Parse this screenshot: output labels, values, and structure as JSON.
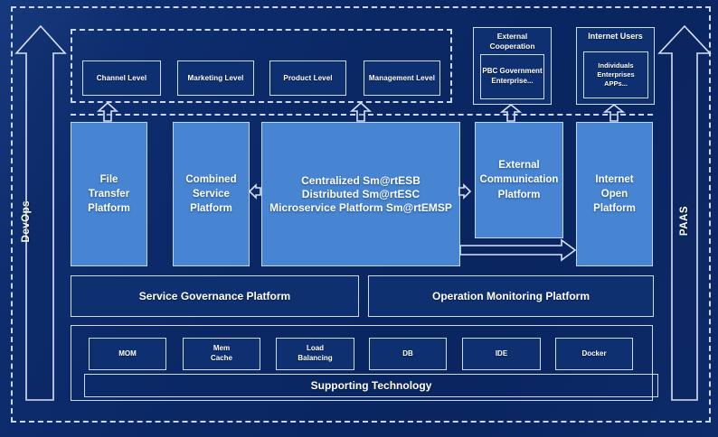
{
  "diagram": {
    "side_rails": {
      "left": "DevOps",
      "right": "PAAS"
    },
    "top_zone": {
      "levels": [
        "Channel Level",
        "Marketing Level",
        "Product Level",
        "Management Level"
      ],
      "external_cooperation": {
        "title": "External\nCooperation",
        "members": "PBC Government\nEnterprise..."
      },
      "internet_users": {
        "title": "Internet Users",
        "members": "Individuals\nEnterprises\nAPPs..."
      }
    },
    "platforms": {
      "file_transfer": "File\nTransfer\nPlatform",
      "combined_service": "Combined\nService\nPlatform",
      "esb_core": "Centralized Sm@rtESB\nDistributed Sm@rtESC\nMicroservice Platform Sm@rtEMSP",
      "external_communication": "External\nCommunication\nPlatform",
      "internet_open": "Internet\nOpen\nPlatform"
    },
    "governance": {
      "service_governance": "Service Governance Platform",
      "operation_monitoring": "Operation Monitoring Platform"
    },
    "supporting": {
      "technologies": [
        "MOM",
        "Mem\nCache",
        "Load\nBalancing",
        "DB",
        "IDE",
        "Docker"
      ],
      "label": "Supporting Technology"
    },
    "colors": {
      "background": "#0b2865",
      "panel_blue": "#4785d2",
      "dark_box": "#0e2f70",
      "line_light": "#cddcf1",
      "dashed": "#c9d8ee"
    }
  }
}
